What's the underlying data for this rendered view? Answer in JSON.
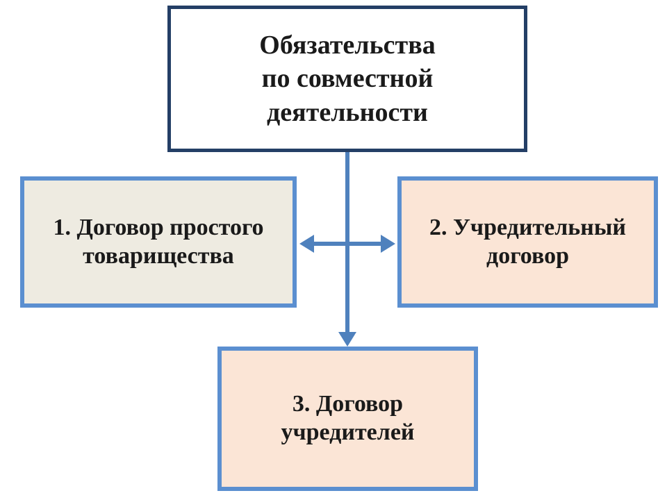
{
  "top": {
    "lines": [
      "Обязательства",
      "по совместной",
      "деятельности"
    ]
  },
  "items": [
    {
      "lines": [
        "1. Договор простого",
        "товарищества"
      ]
    },
    {
      "lines": [
        "2. Учредительный",
        "договор"
      ]
    },
    {
      "lines": [
        "3. Договор",
        "учредителей"
      ]
    }
  ],
  "colors": {
    "top_border": "#243f66",
    "box_border": "#5b8fd0",
    "box1_fill": "#eeebe1",
    "box2_fill": "#fbe5d6",
    "box3_fill": "#fbe5d6",
    "arrow": "#4f81bd"
  }
}
